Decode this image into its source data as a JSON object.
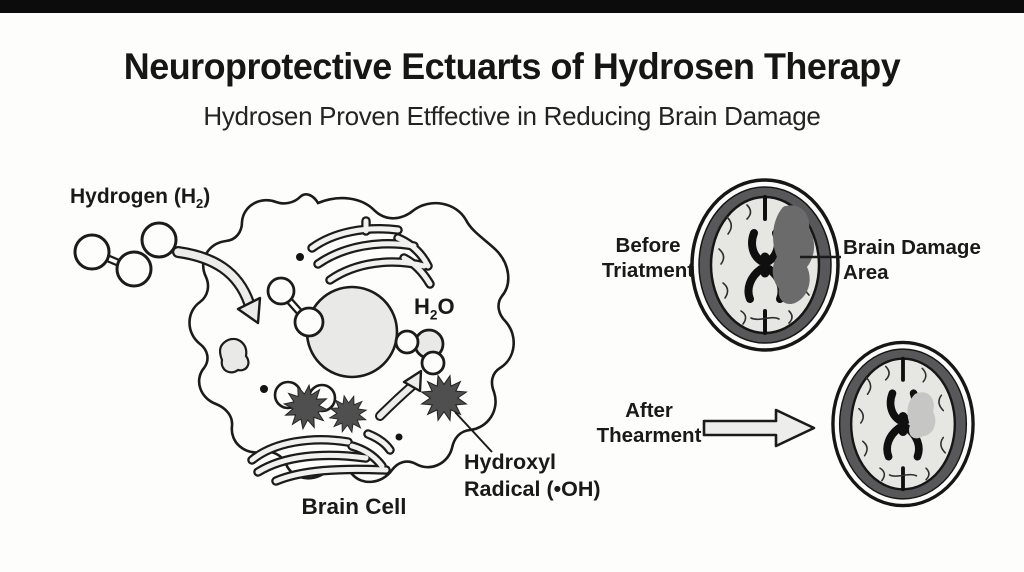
{
  "header": {
    "title": "Neuroprotective Ectuarts of Hydrosen Therapy",
    "subtitle": "Hydrosen Proven Etffective in Reducing Brain Damage"
  },
  "cell_diagram": {
    "hydrogen_label": {
      "pre": "Hydrogen (H",
      "sub": "2",
      "post": ")"
    },
    "h2o_label": {
      "pre": "H",
      "sub": "2",
      "post": "O"
    },
    "hydroxyl_label": {
      "line1": "Hydroxyl",
      "line2": "Radical (•OH)"
    },
    "cell_label": "Brain Cell"
  },
  "brain_comparison": {
    "before_label": {
      "line1": "Before",
      "line2": "Triatment"
    },
    "damage_label": {
      "line1": "Brain Damage",
      "line2": "Area"
    },
    "after_label": {
      "line1": "After",
      "line2": "Thearment"
    }
  },
  "colors": {
    "background": "#fdfdfb",
    "letterbox_bar": "#0c0c0c",
    "ink": "#1b1b1b",
    "radical_starburst": "#4f4f4f",
    "damage_area_before": "#6b6b6b",
    "damage_area_after": "#c6c6c4",
    "skull_ring": "#58585a",
    "brain_tissue": "#e6e6e3",
    "organelle_fill": "#ededea",
    "arrow_fill": "#ececea"
  }
}
